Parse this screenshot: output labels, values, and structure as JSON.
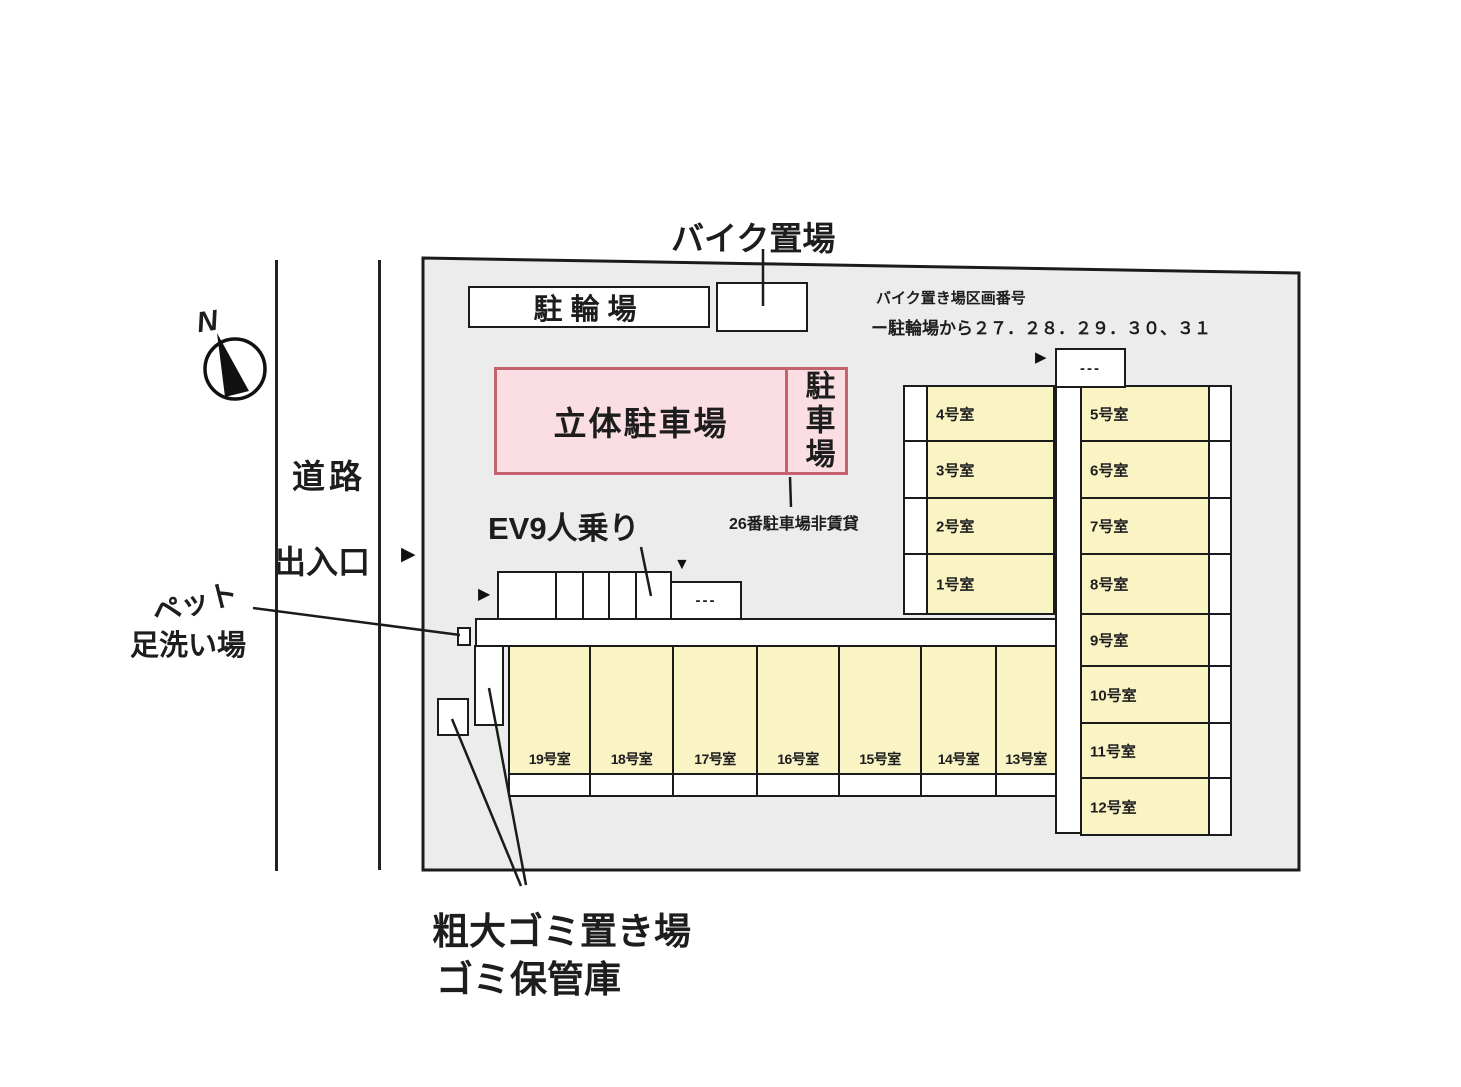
{
  "compass": {
    "north": "N"
  },
  "road": {
    "name": "道路",
    "gate": "出入口"
  },
  "icons": {
    "arrow_right": "▶",
    "arrow_down": "▼"
  },
  "site": {
    "bicycle_parking": "駐輪場",
    "bike_storage_label": "バイク置場",
    "bike_note_line1": "バイク置き場区画番号",
    "bike_note_line2": "ー駐輪場から２７．２８．２９．３０、３１",
    "multistory_parking": "立体駐車場",
    "parking_side": "駐車場",
    "parking_note": "26番駐車場非賃貸",
    "elevator": "EV9人乗り",
    "pet_wash_line1": "ペット",
    "pet_wash_line2": "足洗い場",
    "garbage_line1": "粗大ゴミ置き場",
    "garbage_line2": "ゴミ保管庫",
    "dashes": "---"
  },
  "rooms": {
    "west_column": [
      "4号室",
      "3号室",
      "2号室",
      "1号室"
    ],
    "east_column": [
      "5号室",
      "6号室",
      "7号室",
      "8号室",
      "9号室",
      "10号室",
      "11号室",
      "12号室"
    ],
    "south_row": [
      "19号室",
      "18号室",
      "17号室",
      "16号室",
      "15号室",
      "14号室",
      "13号室"
    ]
  },
  "colors": {
    "room_fill": "#faf4c5",
    "parking_fill": "#fbdee4",
    "parking_border": "#c4636e",
    "site_fill": "#ececec",
    "line": "#1b1b1b"
  }
}
